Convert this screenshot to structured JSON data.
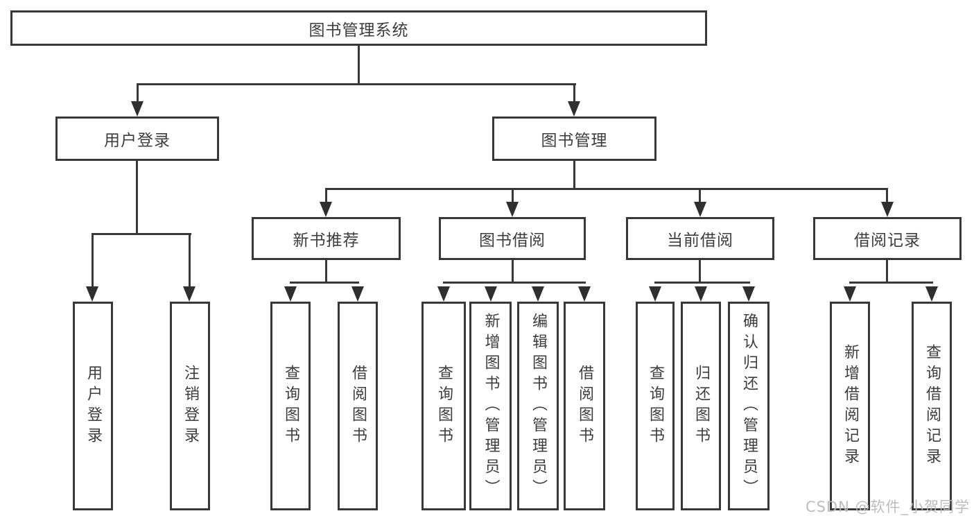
{
  "tree": {
    "root": {
      "label": "图书管理系统",
      "children": [
        {
          "label": "用户登录",
          "children": [
            {
              "label": "用户登录"
            },
            {
              "label": "注销登录"
            }
          ]
        },
        {
          "label": "图书管理",
          "children": [
            {
              "label": "新书推荐",
              "children": [
                {
                  "label": "查询图书"
                },
                {
                  "label": "借阅图书"
                }
              ]
            },
            {
              "label": "图书借阅",
              "children": [
                {
                  "label": "查询图书"
                },
                {
                  "label": "新增图书（管理员）"
                },
                {
                  "label": "编辑图书（管理员）"
                },
                {
                  "label": "借阅图书"
                }
              ]
            },
            {
              "label": "当前借阅",
              "children": [
                {
                  "label": "查询图书"
                },
                {
                  "label": "归还图书"
                },
                {
                  "label": "确认归还（管理员）"
                }
              ]
            },
            {
              "label": "借阅记录",
              "children": [
                {
                  "label": "新增借阅记录"
                },
                {
                  "label": "查询借阅记录"
                }
              ]
            }
          ]
        }
      ]
    }
  },
  "watermark": {
    "text": "CSDN @软件_小贺同学"
  },
  "colors": {
    "line": "#383838",
    "text": "#3d3d3d",
    "watermark": "#b9b9b9",
    "background": "#ffffff"
  }
}
